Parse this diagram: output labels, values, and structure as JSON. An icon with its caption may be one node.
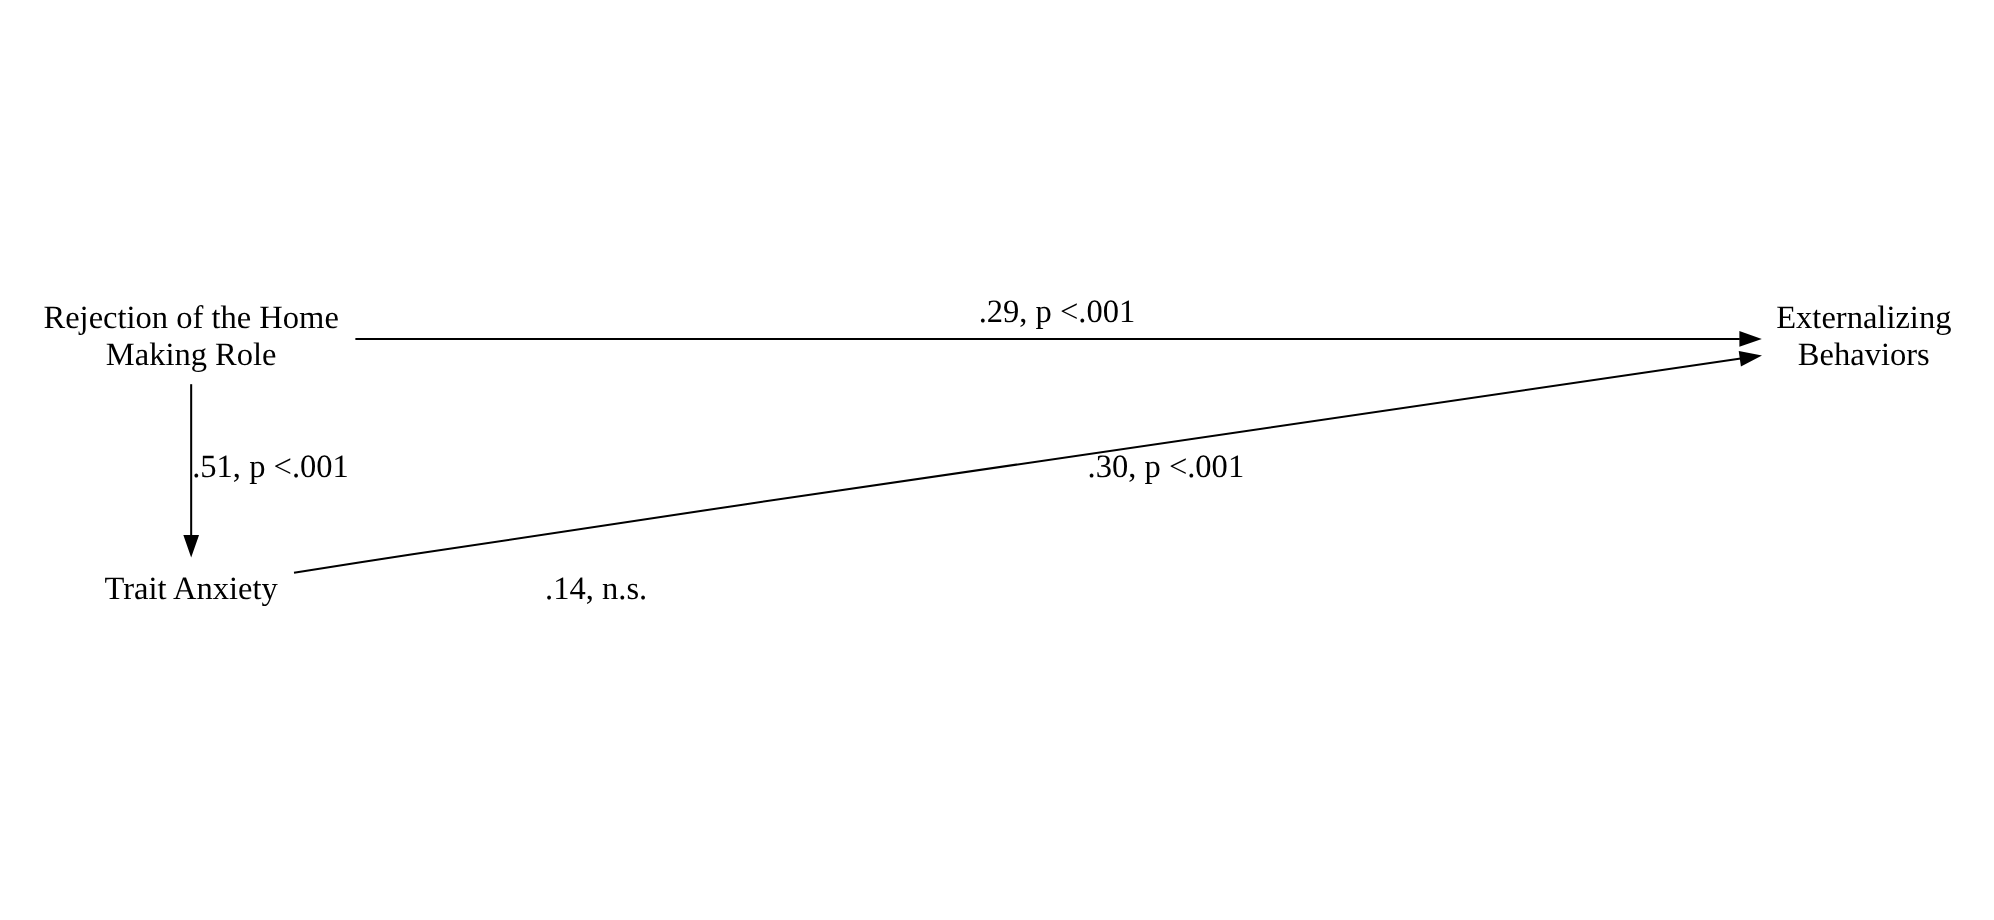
{
  "diagram": {
    "nodes": [
      {
        "text": [
          "Rejection of the Home Making Role"
        ]
      },
      {
        "text": [
          "Externalizing Behaviors"
        ]
      },
      {
        "text": [
          "Trait Anxiety"
        ]
      }
    ],
    "edges": [
      {
        "from": 0,
        "to": 1,
        "arrow": "to",
        "label": ".29, p <.001"
      },
      {
        "from": 0,
        "to": 2,
        "arrow": "to",
        "label": ".51, p <.001"
      },
      {
        "from": 2,
        "to": 1,
        "arrow": "to",
        "label": ".30, p <.001"
      }
    ],
    "labels": [
      ".14, n.s."
    ]
  }
}
